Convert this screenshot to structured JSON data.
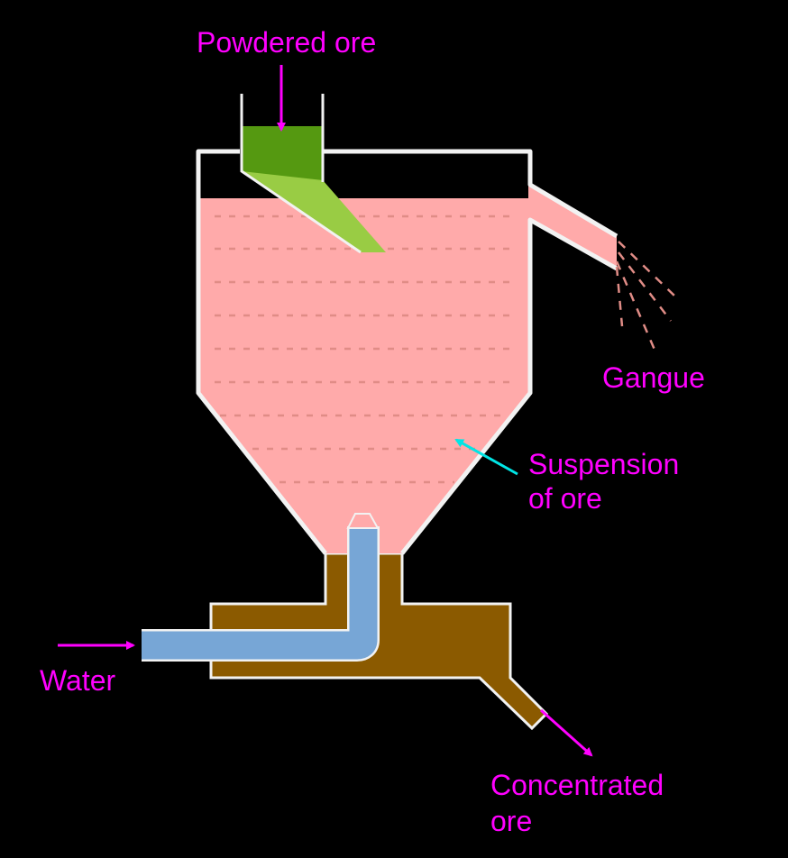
{
  "diagram": {
    "labels": {
      "powdered_ore": "Powdered ore",
      "gangue": "Gangue",
      "suspension_line1": "Suspension",
      "suspension_line2": "of ore",
      "water": "Water",
      "concentrated_line1": "Concentrated",
      "concentrated_line2": "ore"
    },
    "colors": {
      "background": "#000000",
      "label": "#ff00ff",
      "suspension": "#ffaaaa",
      "suspension_dash": "#e08c86",
      "ore_hopper": "#559911",
      "ore_chute": "#99cc44",
      "water_pipe": "#77a6d6",
      "outlet_body": "#8b5a00",
      "vessel_wall": "#f2f2f2",
      "suspension_arrow": "#00e5e5"
    }
  }
}
